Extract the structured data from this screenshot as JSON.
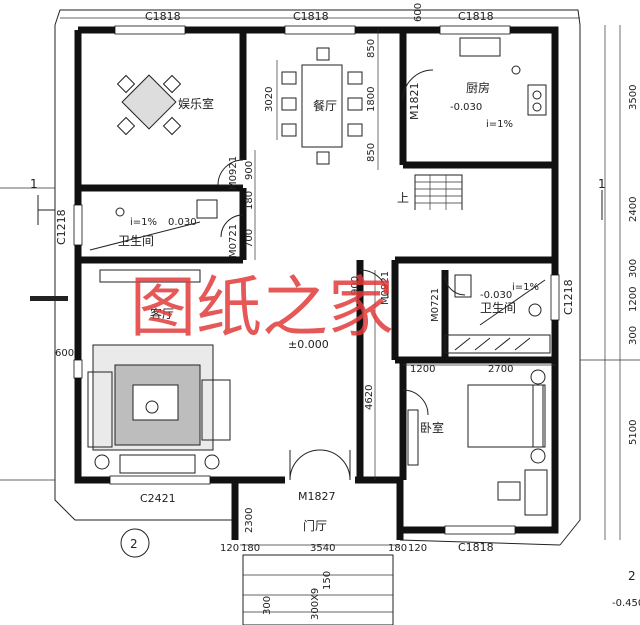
{
  "watermark": "图纸之家",
  "rooms": {
    "entertainment": "娱乐室",
    "dining": "餐厅",
    "kitchen": "厨房",
    "bathroom1": "卫生间",
    "bathroom2": "卫生间",
    "living": "客厅",
    "bedroom": "卧室",
    "foyer": "门厅"
  },
  "windows": {
    "top_left": "C1818",
    "top_mid": "C1818",
    "top_right": "C1818",
    "left_bath": "C1218",
    "right_bath": "C1218",
    "bottom_left": "C2421",
    "bottom_right": "C1818"
  },
  "doors": {
    "kitchen": "M1821",
    "ent": "M0921",
    "bath1": "M0721",
    "hall": "M0921",
    "bath2": "M0721",
    "main": "M1827"
  },
  "elevations": {
    "kitchen": "-0.030",
    "bath1": "0.030",
    "bath2": "-0.030",
    "living": "±0.000",
    "outside": "-0.450"
  },
  "slopes": {
    "kitchen": "i=1%",
    "bath1": "i=1%",
    "bath2": "i=1%"
  },
  "labels": {
    "up": "上",
    "section1_left": "1",
    "section1_right": "1",
    "axis2": "2"
  },
  "dims": {
    "d600_top": "600",
    "d850a": "850",
    "d1800": "1800",
    "d850b": "850",
    "d3020": "3020",
    "d900": "900",
    "d180a": "180",
    "d700": "700",
    "d900b": "900",
    "d4620": "4620",
    "d1200": "1200",
    "d2700": "2700",
    "d600_left": "600",
    "d2300": "2300",
    "d3540": "3540",
    "d120_l": "120",
    "d180_l": "180",
    "d180_r": "180",
    "d120_r": "120",
    "d300_bot": "300",
    "d300x": "300X9",
    "d150": "150",
    "r3500": "3500",
    "r2400": "2400",
    "r300a": "300",
    "r1200": "1200",
    "r300b": "300",
    "r5100": "5100",
    "r2": "2"
  }
}
